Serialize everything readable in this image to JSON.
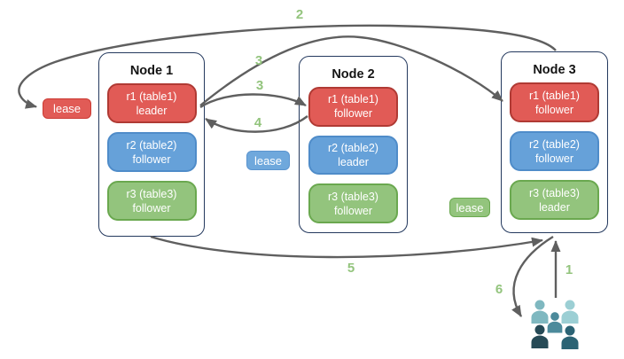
{
  "diagram": {
    "nodes": [
      {
        "title": "Node 1",
        "replicas": [
          {
            "label": "r1 (table1)",
            "role": "leader",
            "color": "red"
          },
          {
            "label": "r2 (table2)",
            "role": "follower",
            "color": "blue"
          },
          {
            "label": "r3 (table3)",
            "role": "follower",
            "color": "green"
          }
        ]
      },
      {
        "title": "Node 2",
        "replicas": [
          {
            "label": "r1 (table1)",
            "role": "follower",
            "color": "red"
          },
          {
            "label": "r2 (table2)",
            "role": "leader",
            "color": "blue"
          },
          {
            "label": "r3 (table3)",
            "role": "follower",
            "color": "green"
          }
        ]
      },
      {
        "title": "Node 3",
        "replicas": [
          {
            "label": "r1 (table1)",
            "role": "follower",
            "color": "red"
          },
          {
            "label": "r2 (table2)",
            "role": "follower",
            "color": "blue"
          },
          {
            "label": "r3 (table3)",
            "role": "leader",
            "color": "green"
          }
        ]
      }
    ],
    "leases": {
      "red": "lease",
      "blue": "lease",
      "green": "lease"
    },
    "steps": {
      "s1": "1",
      "s2": "2",
      "s3a": "3",
      "s3b": "3",
      "s4": "4",
      "s5": "5",
      "s6": "6"
    },
    "icons": {
      "users_group": "users-group-icon"
    },
    "colors": {
      "red_fill": "#e15b56",
      "red_border": "#b03a34",
      "blue_fill": "#66a1d9",
      "blue_border": "#4f8cc9",
      "green_fill": "#93c47d",
      "green_border": "#6aa84f",
      "node_border": "#24395e",
      "arrow": "#5f5f5f",
      "step_label": "#93c47d",
      "users_icon_shades": [
        "#7fb8c0",
        "#9ccfd4",
        "#4c8a9b",
        "#264a56",
        "#2b6374"
      ]
    }
  }
}
